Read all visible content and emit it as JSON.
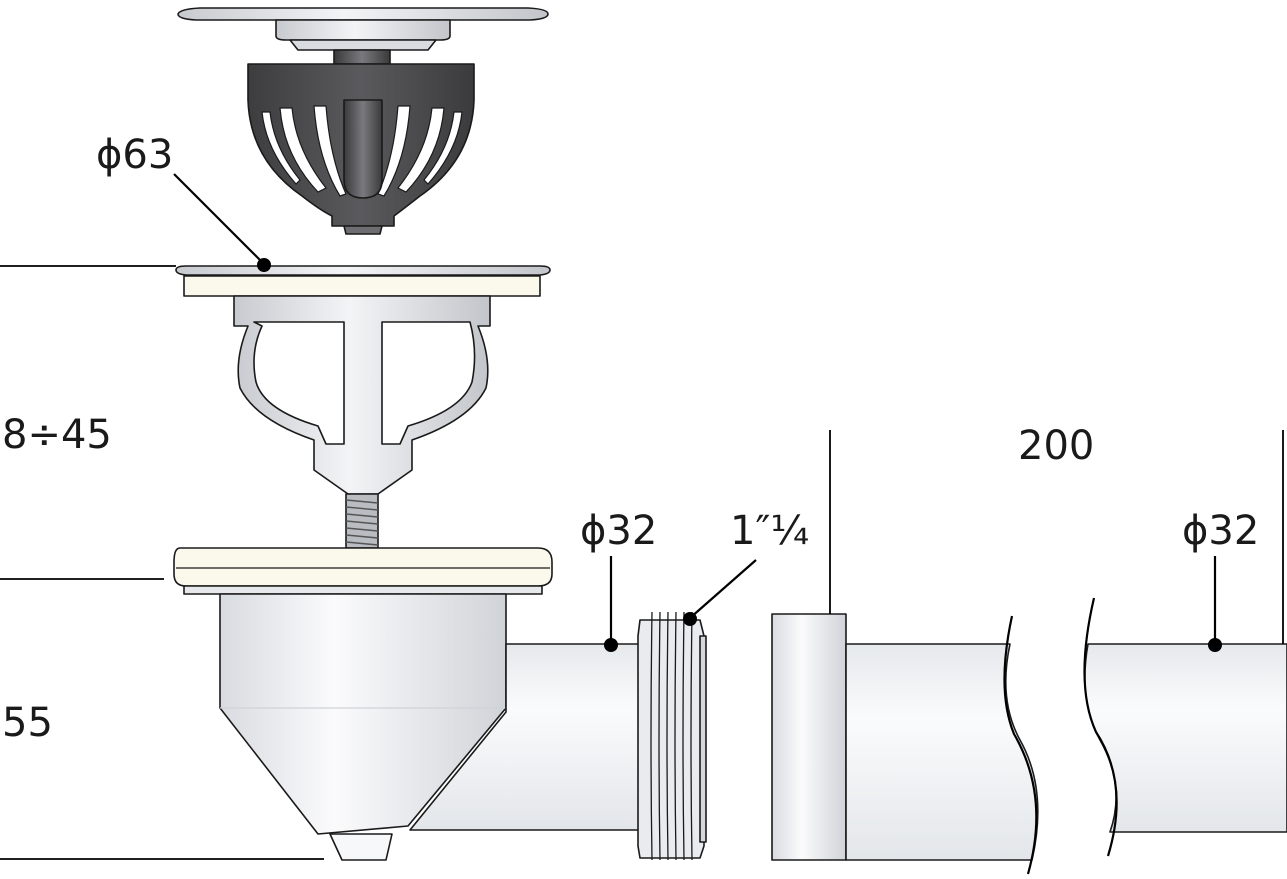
{
  "labels": {
    "cap_diameter": "ϕ63",
    "height_range": "8÷45",
    "body_height": "55",
    "pipe_diameter_left": "ϕ32",
    "thread_size": "1″¼",
    "pipe_length": "200",
    "pipe_diameter_right": "ϕ32"
  },
  "colors": {
    "line": "#1a1a1a",
    "metal_light": "#e9ebee",
    "metal_mid": "#c9ccd1",
    "basket_dark": "#4a4a4c",
    "gasket_cream": "#fbf9ec",
    "pipe_white": "#f5f7f9"
  }
}
